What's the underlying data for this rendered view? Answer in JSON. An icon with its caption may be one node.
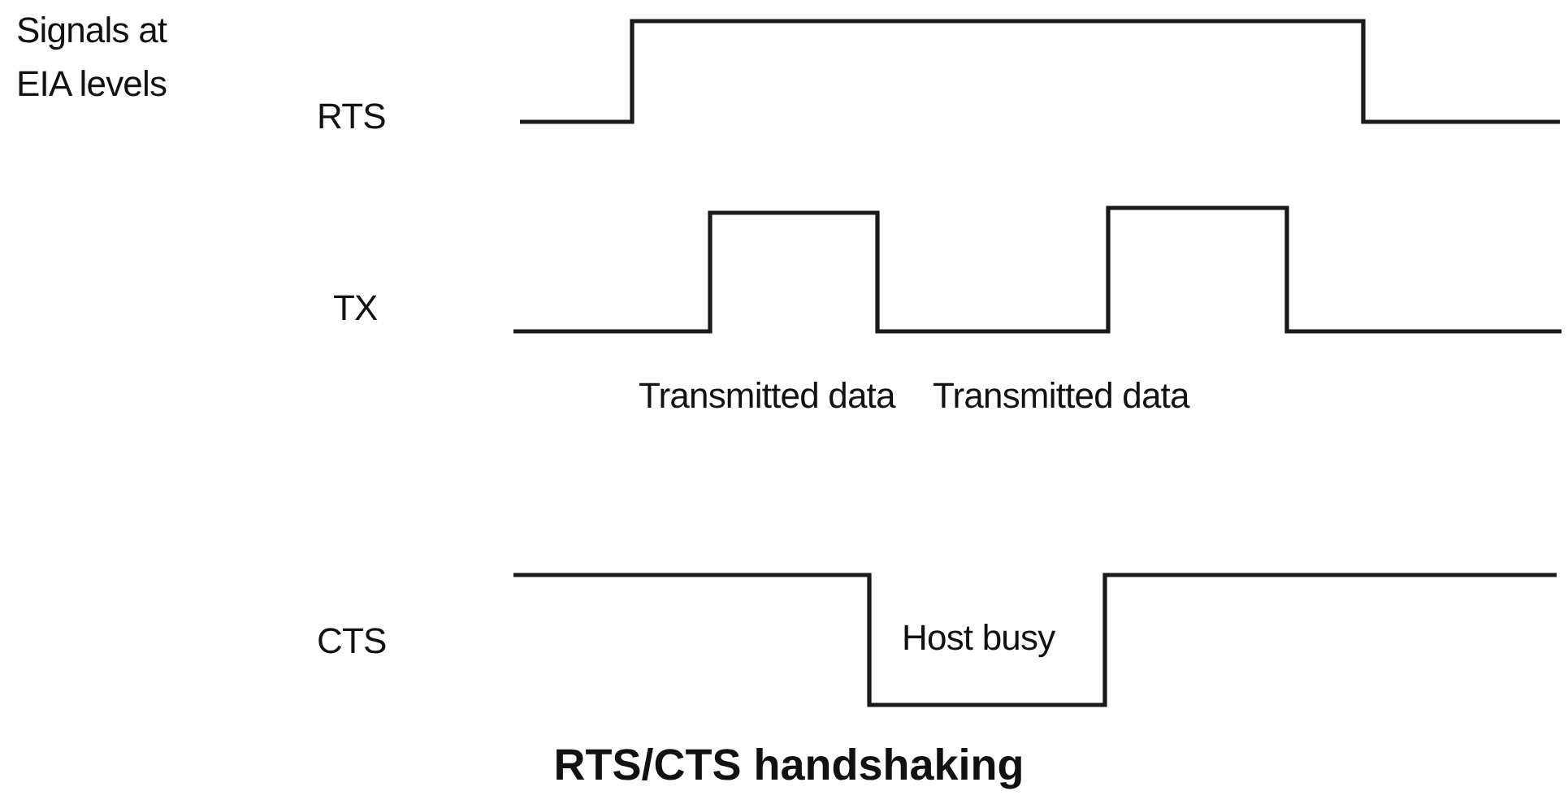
{
  "diagram": {
    "caption": "RTS/CTS handshaking",
    "labels": [
      "Signals at EIA levels",
      "RTS",
      "TX",
      "Transmitted data",
      "Transmitted data",
      "CTS",
      "Host busy"
    ]
  }
}
